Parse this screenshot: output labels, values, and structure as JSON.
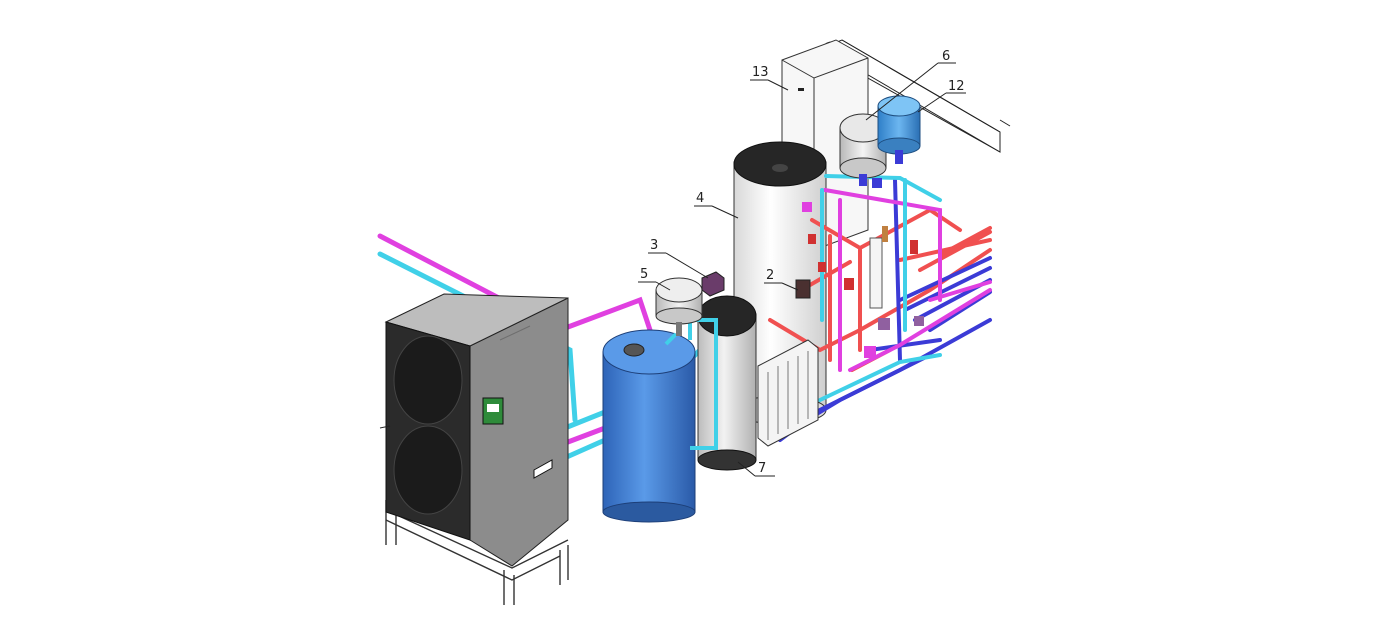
{
  "diagram": {
    "callouts": {
      "c13": "13",
      "c6": "6",
      "c12": "12",
      "c4": "4",
      "c3": "3",
      "c5": "5",
      "c2": "2",
      "c7": "7"
    },
    "colors": {
      "hot_pipe": "#f05050",
      "cold_pipe": "#3b3bd6",
      "magenta_pipe": "#e040e0",
      "cyan_pipe": "#40d0e8",
      "heat_pump_body": "#8a8a8a",
      "heat_pump_front": "#2a2a2a",
      "blue_tank": "#3f7fd6",
      "boiler_white": "#f2f2f2",
      "dark_cap": "#262626",
      "display_green": "#2e8b3a"
    },
    "icons": {
      "heat_pump": "heat-pump-unit-icon",
      "radiator": "radiator-icon",
      "boiler": "wall-boiler-icon"
    }
  }
}
